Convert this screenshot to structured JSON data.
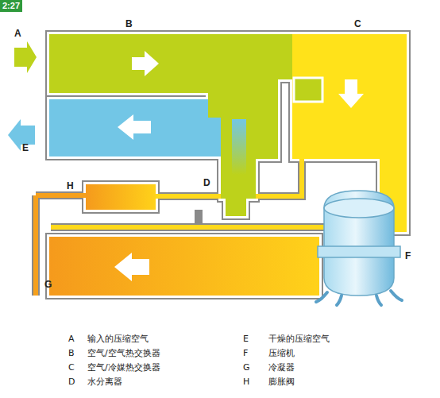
{
  "diagram": {
    "labels": [
      "2:27",
      "A",
      "B",
      "C",
      "D",
      "E",
      "F",
      "G",
      "H",
      "A",
      "输入的压缩空气",
      "B",
      "空气/空气热交换器",
      "C",
      "空气/冷媒热交换器",
      "D",
      "水分离器",
      "E",
      "干燥的压缩空气",
      "F",
      "压缩机",
      "G",
      "冷凝器",
      "H",
      "膨胀阀"
    ]
  }
}
